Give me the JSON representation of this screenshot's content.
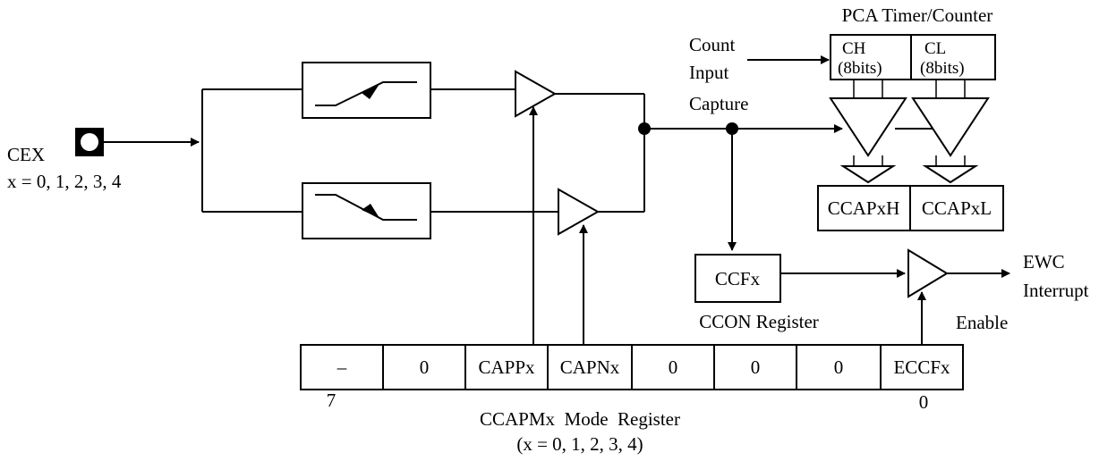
{
  "labels": {
    "cex": "CEX",
    "cex_range": "x = 0, 1, 2, 3, 4",
    "pca_title": "PCA Timer/Counter",
    "count": "Count",
    "input": "Input",
    "capture": "Capture",
    "ch": "CH",
    "ch_bits": "(8bits)",
    "cl": "CL",
    "cl_bits": "(8bits)",
    "ccapxh": "CCAPxH",
    "ccapxl": "CCAPxL",
    "ccfx": "CCFx",
    "ccon_register": "CCON Register",
    "ewc": "EWC",
    "interrupt": "Interrupt",
    "enable": "Enable",
    "mode_register": "CCAPMx  Mode  Register",
    "mode_register_range": "(x = 0, 1, 2, 3, 4)",
    "bit_high": "7",
    "bit_low": "0"
  },
  "mode_bits": [
    "–",
    "0",
    "CAPPx",
    "CAPNx",
    "0",
    "0",
    "0",
    "ECCFx"
  ],
  "colors": {
    "line": "#000000",
    "background": "#ffffff"
  }
}
